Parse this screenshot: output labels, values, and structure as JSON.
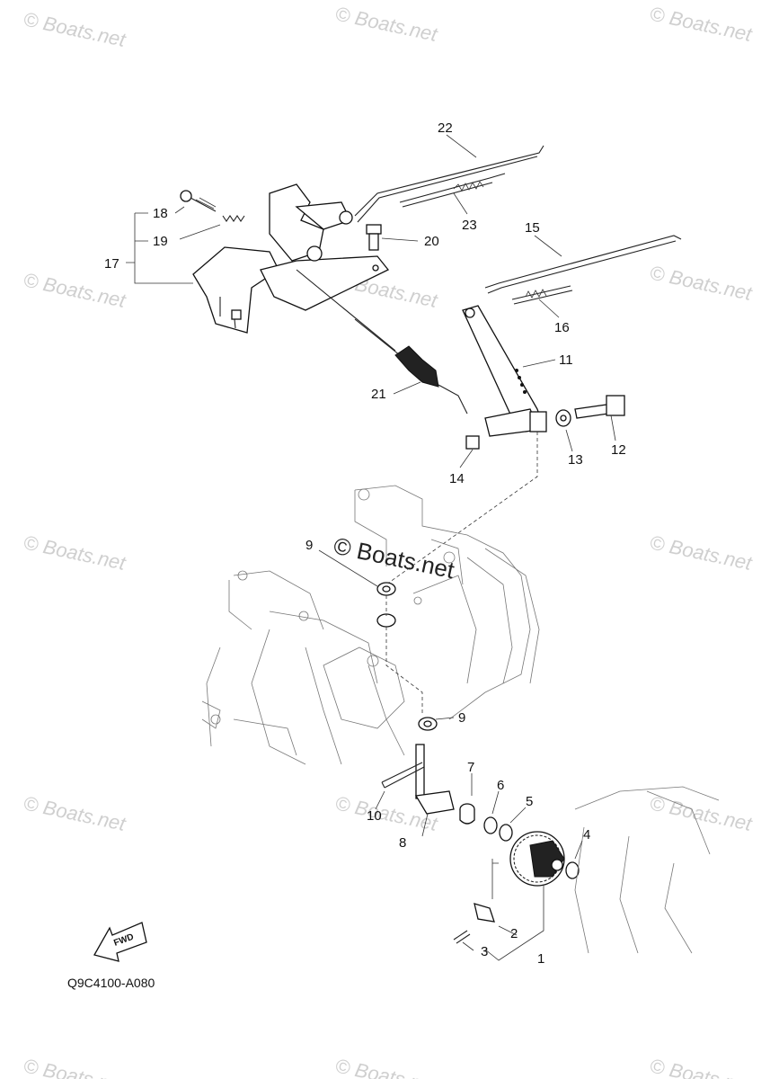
{
  "watermark": {
    "text": "© Boats.net",
    "center_text": "© Boats.net"
  },
  "diagram_code": "Q9C4100-A080",
  "fwd_label": "FWD",
  "callouts": {
    "c1": "1",
    "c2": "2",
    "c3": "3",
    "c4": "4",
    "c5": "5",
    "c6": "6",
    "c7": "7",
    "c8": "8",
    "c9a": "9",
    "c9b": "9",
    "c10": "10",
    "c11": "11",
    "c12": "12",
    "c13": "13",
    "c14": "14",
    "c15": "15",
    "c16": "16",
    "c17": "17",
    "c18": "18",
    "c19": "19",
    "c20": "20",
    "c21": "21",
    "c22": "22",
    "c23": "23"
  }
}
